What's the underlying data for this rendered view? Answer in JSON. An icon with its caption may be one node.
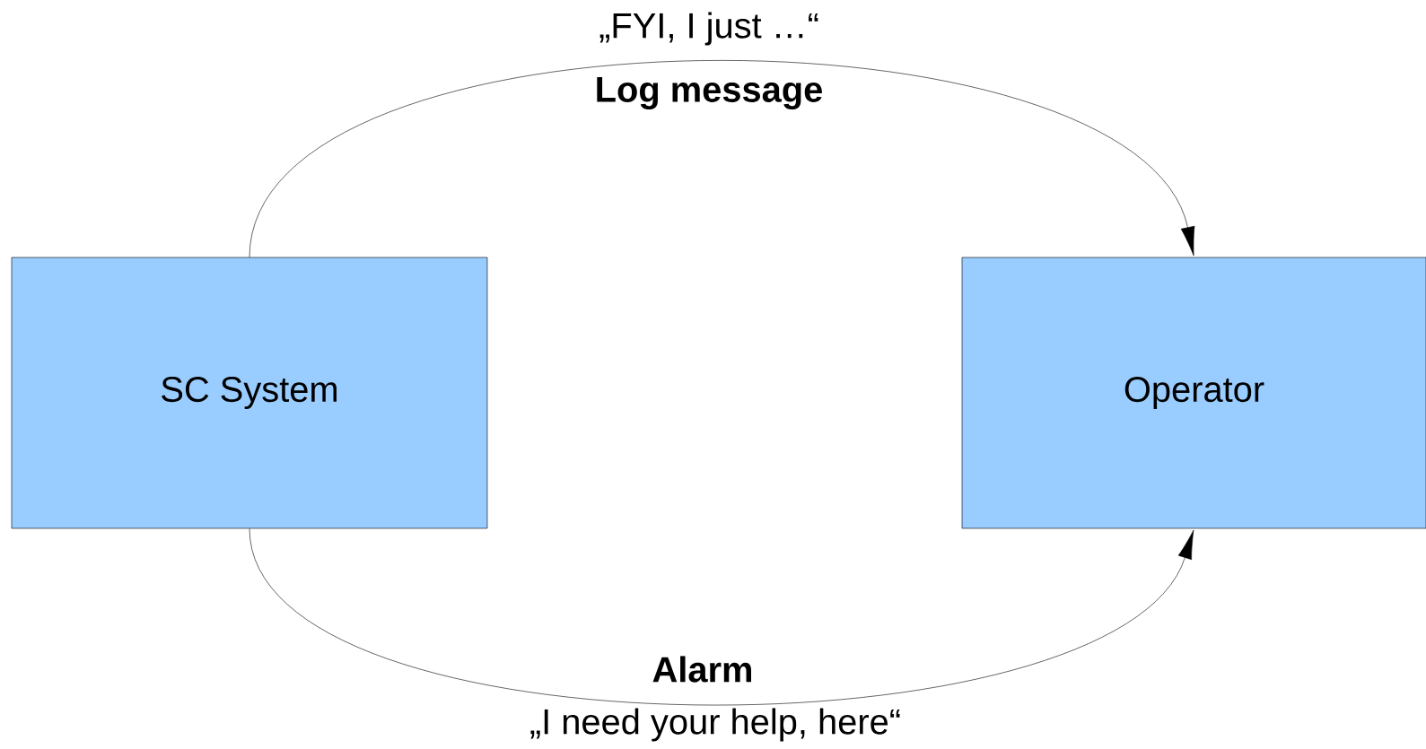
{
  "diagram": {
    "nodes": [
      {
        "text": [
          "SC System"
        ]
      },
      {
        "text": [
          "Operator"
        ]
      }
    ],
    "edges": [
      {
        "from": 0,
        "to": 1,
        "arrow": "to",
        "label": "Log message"
      },
      {
        "from": 0,
        "to": 1,
        "arrow": "to",
        "label": "Alarm"
      }
    ],
    "labels": [
      "„FYI, I just …“",
      "„I need your help, here“"
    ]
  }
}
